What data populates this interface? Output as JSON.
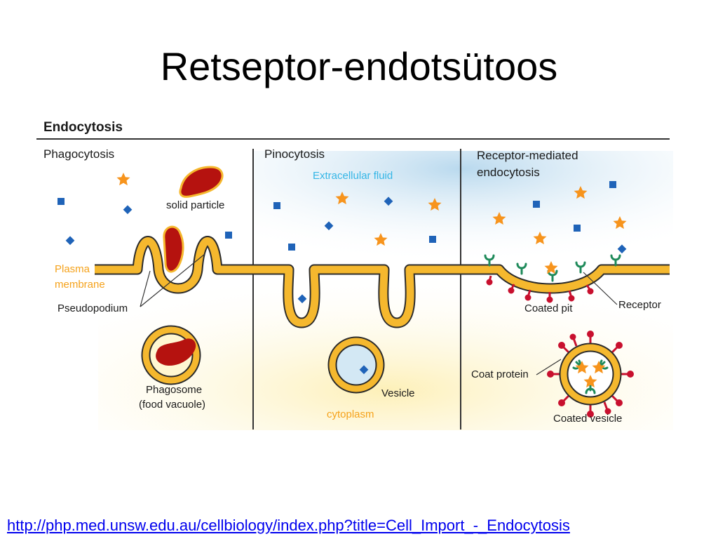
{
  "slide": {
    "title": "Retseptor-endotsütoos",
    "source_link": "http://php.med.unsw.edu.au/cellbiology/index.php?title=Cell_Import_-_Endocytosis"
  },
  "diagram": {
    "heading": "Endocytosis",
    "sections": {
      "phagocytosis": "Phagocytosis",
      "pinocytosis": "Pinocytosis",
      "receptor_line1": "Receptor-mediated",
      "receptor_line2": "endocytosis"
    },
    "labels": {
      "solid_particle": "solid particle",
      "plasma_membrane_line1": "Plasma",
      "plasma_membrane_line2": "membrane",
      "pseudopodium": "Pseudopodium",
      "phagosome_line1": "Phagosome",
      "phagosome_line2": "(food vacuole)",
      "extracellular_fluid": "Extracellular fluid",
      "vesicle": "Vesicle",
      "cytoplasm": "cytoplasm",
      "coated_pit": "Coated pit",
      "receptor": "Receptor",
      "coat_protein": "Coat protein",
      "coated_vesicle": "Coated vesicle"
    },
    "colors": {
      "membrane": "#f5b82e",
      "membrane_edge": "#2b2b2b",
      "particle": "#b5120f",
      "star": "#f7941d",
      "square": "#1f63b8",
      "extracellular": "#cfe4f2",
      "cytoplasm": "#fdf4cc",
      "receptor": "#1e8a5a",
      "coat": "#c8102e"
    }
  }
}
